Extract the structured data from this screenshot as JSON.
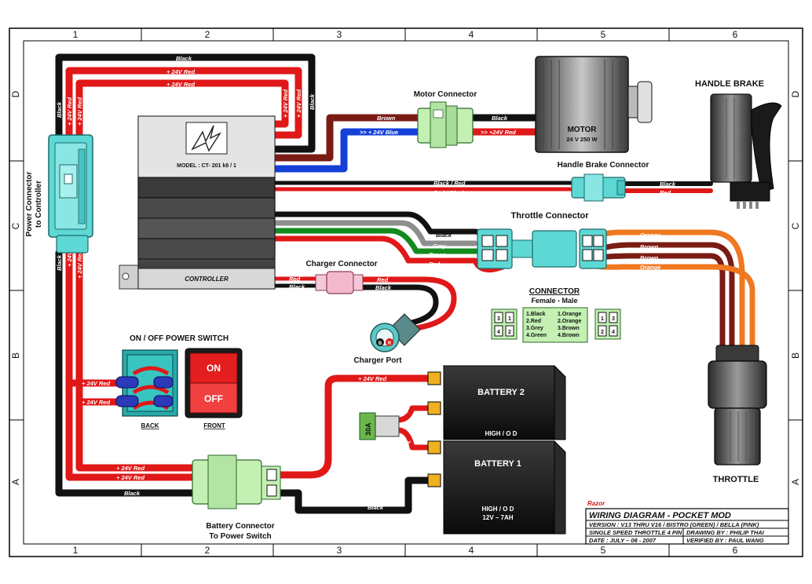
{
  "grid": {
    "cols": [
      "1",
      "2",
      "3",
      "4",
      "5",
      "6"
    ],
    "rows": [
      "D",
      "C",
      "B",
      "A"
    ]
  },
  "labels": {
    "power_connector": [
      "Power Connector",
      "to Controller"
    ],
    "controller_model": "MODEL : CT- 201 k8 / 1",
    "controller": "CONTROLLER",
    "motor_connector": "Motor Connector",
    "motor": "MOTOR",
    "motor_spec": "24 V 250 W",
    "handle_brake": "HANDLE BRAKE",
    "handle_brake_connector": "Handle Brake Connector",
    "throttle_connector": "Throttle Connector",
    "throttle": "THROTTLE",
    "charger_connector": "Charger Connector",
    "charger_port": "Charger Port",
    "charger_port_b": "B",
    "charger_port_r": "R",
    "switch_title": "ON / OFF POWER SWITCH",
    "switch_on": "ON",
    "switch_off": "OFF",
    "switch_back": "BACK",
    "switch_front": "FRONT",
    "battery2": "BATTERY 2",
    "battery1": "BATTERY 1",
    "battery_high": "HIGH / O D",
    "battery1_spec": "12V – 7AH",
    "fuse": "30A",
    "battery_connector": [
      "Battery Connector",
      "To Power Switch"
    ]
  },
  "wire_labels": {
    "black": "Black",
    "plus24_red": "+ 24V Red",
    "brown": "Brown",
    "plus24_blue": ">> + 24V Blue",
    "plus24_red_arrow": ">> +24V Red",
    "black_red": "Black / Red",
    "red_black": "Red / Black",
    "red": "Red",
    "grey": "Grey",
    "green": "Green",
    "orange": "Orange"
  },
  "connector_legend": {
    "title": "CONNECTOR",
    "subtitle": "Female  -  Male",
    "female": [
      "1.Black",
      "2.Red",
      "3.Grey",
      "4.Green"
    ],
    "male": [
      "1.Orange",
      "2.Orange",
      "3.Brown",
      "4.Brown"
    ],
    "pins": [
      "1",
      "2",
      "3",
      "4"
    ]
  },
  "title_block": {
    "brand": "Razor",
    "title": "WIRING DIAGRAM - POCKET MOD",
    "version": "VERSION : V13 THRU V16 / BISTRO (GREEN) / BELLA (PINK)",
    "throttle": "SINGLE SPEED THROTTLE 4 PIN",
    "drawing_by": "DRAWING BY : PHILIP THAI",
    "date": "DATE : JULY – 08 - 2007",
    "verified_by": "VERIFIED BY : PAUL WANG"
  },
  "colors": {
    "wire_red": "#e01818",
    "wire_black": "#111111",
    "wire_brown": "#7a1c14",
    "wire_blue": "#1440d8",
    "wire_green": "#128a1e",
    "wire_grey": "#8e8e8e",
    "wire_orange": "#f07820",
    "connector_teal": "#5ed8d4",
    "connector_green": "#c4f0b4",
    "switch_red": "#e41e1e"
  }
}
